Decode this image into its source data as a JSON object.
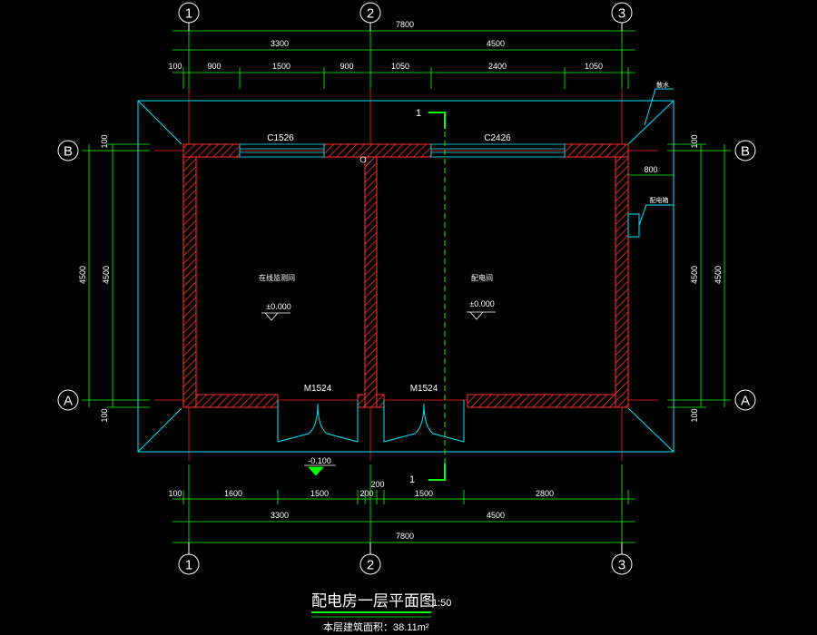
{
  "colors": {
    "background": "#000000",
    "dimension": "#00ff00",
    "grid_axis": "#ff2020",
    "wall": "#ff3030",
    "eave": "#00e5ff",
    "window": "#00e5ff",
    "door": "#00e5ff",
    "text": "#ffffff",
    "axis_bubble": "#ffffff",
    "section": "#00ff00",
    "roof_guide": "#00e5ff"
  },
  "axes": {
    "top_labels": [
      "1",
      "2",
      "3"
    ],
    "bottom_labels": [
      "1",
      "2",
      "3"
    ],
    "left_labels": [
      "B",
      "A"
    ],
    "right_labels": [
      "B",
      "A"
    ]
  },
  "dimensions": {
    "top_total": "7800",
    "top_segments": [
      "3300",
      "4500"
    ],
    "top_detail": [
      "100",
      "900",
      "1500",
      "900",
      "1050",
      "2400",
      "1050"
    ],
    "bottom_detail": [
      "100",
      "1600",
      "1500",
      "200",
      "200",
      "1500",
      "2800"
    ],
    "bottom_segments": [
      "3300",
      "4500"
    ],
    "bottom_total": "7800",
    "left_vertical": [
      "100",
      "4500",
      "4500",
      "100"
    ],
    "right_vertical": [
      "100",
      "4500",
      "4500",
      "100"
    ],
    "right_offset": "800"
  },
  "annotations": {
    "window_left": "C1526",
    "window_right": "C2426",
    "door_left": "M1524",
    "door_right": "M1524",
    "room_left": "在线监测间",
    "room_right": "配电间",
    "elev_left": "±0.000",
    "elev_right": "±0.000",
    "outdoor_elev": "-0.100",
    "section_top": "1",
    "section_bottom": "1",
    "roof_note": "散水",
    "box_note": "配电箱"
  },
  "title": {
    "main": "配电房一层平面图",
    "scale": "1:50",
    "area_label": "本层建筑面积：38.11m²"
  }
}
